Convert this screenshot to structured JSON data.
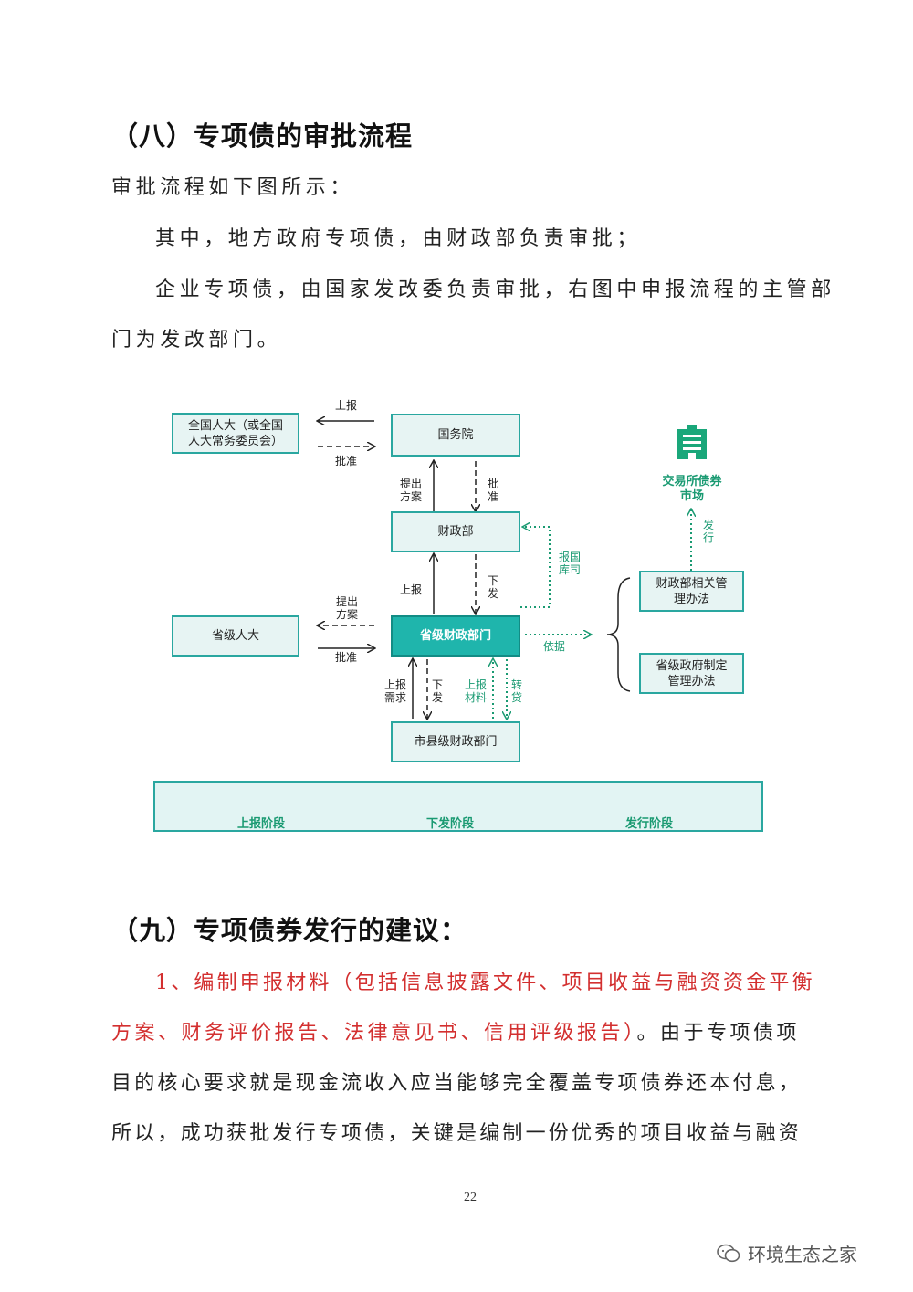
{
  "section8": {
    "heading": "（八）专项债的审批流程",
    "p1": "审批流程如下图所示：",
    "p2": "其中，地方政府专项债，由财政部负责审批；",
    "p3_line1": "企业专项债，由国家发改委负责审批，右图中申报流程的主管部",
    "p3_line2": "门为发改部门。"
  },
  "diagram": {
    "boxes": {
      "npc": "全国人大（或全国人大常务委员会）",
      "state_council": "国务院",
      "mof": "财政部",
      "prov_npc": "省级人大",
      "prov_finance": "省级财政部门",
      "city_finance": "市县级财政部门",
      "mof_rules": "财政部相关管理办法",
      "prov_rules": "省级政府制定管理办法"
    },
    "labels": {
      "report_top": "上报",
      "approve_top": "批准",
      "propose_plan": "提出方案",
      "approve_mid": "批准",
      "report_mid": "上报",
      "issue_mid": "下发",
      "report_treasury": "报国库司",
      "propose_plan_prov": "提出方案",
      "approve_prov": "批准",
      "basis": "依据",
      "report_demand": "上报需求",
      "issue_low": "下发",
      "report_material": "上报材料",
      "relend": "转贷",
      "exchange_market": "交易所债券市场",
      "issue_market": "发行"
    },
    "legend": {
      "report_stage": "上报阶段",
      "issue_stage": "下发阶段",
      "release_stage": "发行阶段"
    },
    "colors": {
      "teal": "#2aa7a0",
      "green": "#1a9a72"
    }
  },
  "section9": {
    "heading": "（九）专项债券发行的建议：",
    "line1_red": "1、编制申报材料（包括信息披露文件、项目收益与融资资金平衡",
    "line2_red": "方案、财务评价报告、法律意见书、信用评级报告）",
    "line2_rest": "。由于专项债项",
    "line3": "目的核心要求就是现金流收入应当能够完全覆盖专项债券还本付息，",
    "line4": "所以，成功获批发行专项债，关键是编制一份优秀的项目收益与融资"
  },
  "page_number": "22",
  "watermark": "环境生态之家"
}
